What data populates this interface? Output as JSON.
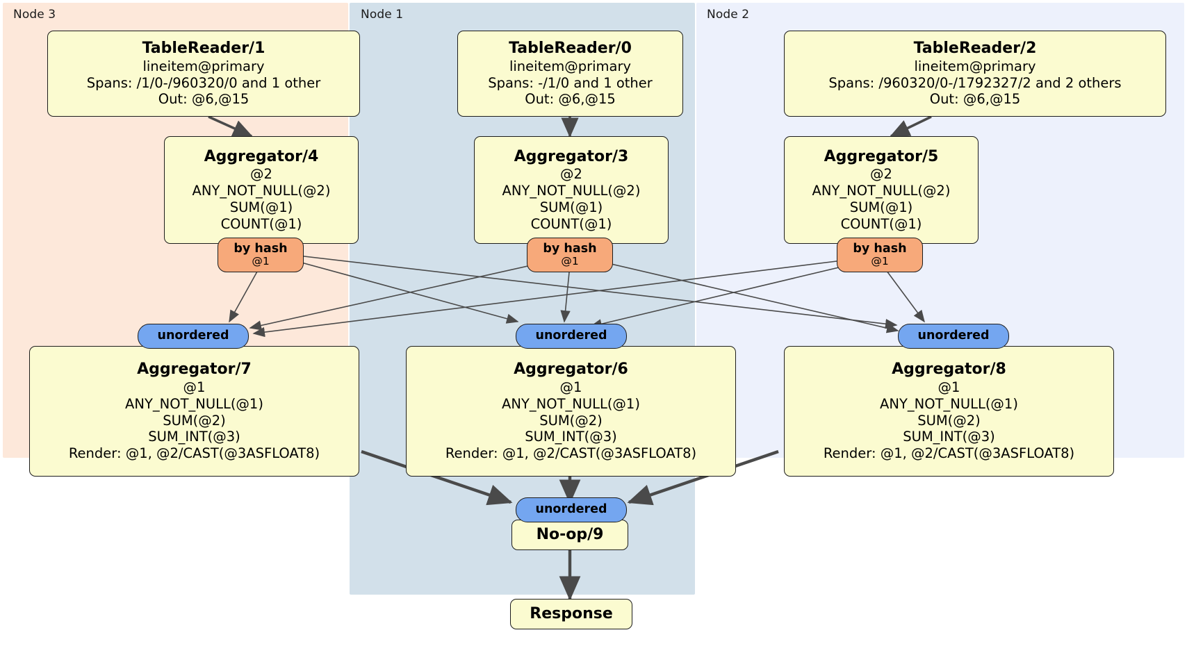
{
  "diagram": {
    "type": "distributed-query-plan",
    "colors": {
      "node3_bg": "#fde8da",
      "node1_bg": "#d2e0ea",
      "node2_bg": "#edf1fc",
      "box_fill": "#fbfbd0",
      "hash_badge": "#f7a97a",
      "unordered_badge": "#74a6f0",
      "stroke": "#1c1c1c"
    },
    "nodes": [
      {
        "label": "Node 3"
      },
      {
        "label": "Node 1"
      },
      {
        "label": "Node 2"
      }
    ],
    "processors": {
      "table_reader_1": {
        "title": "TableReader/1",
        "l1": "lineitem@primary",
        "l2": "Spans: /1/0-/960320/0 and 1 other",
        "l3": "Out: @6,@15"
      },
      "table_reader_0": {
        "title": "TableReader/0",
        "l1": "lineitem@primary",
        "l2": "Spans: -/1/0 and 1 other",
        "l3": "Out: @6,@15"
      },
      "table_reader_2": {
        "title": "TableReader/2",
        "l1": "lineitem@primary",
        "l2": "Spans: /960320/0-/1792327/2 and 2 others",
        "l3": "Out: @6,@15"
      },
      "aggregator_4": {
        "title": "Aggregator/4",
        "l1": "@2",
        "l2": "ANY_NOT_NULL(@2)",
        "l3": "SUM(@1)",
        "l4": "COUNT(@1)"
      },
      "aggregator_3": {
        "title": "Aggregator/3",
        "l1": "@2",
        "l2": "ANY_NOT_NULL(@2)",
        "l3": "SUM(@1)",
        "l4": "COUNT(@1)"
      },
      "aggregator_5": {
        "title": "Aggregator/5",
        "l1": "@2",
        "l2": "ANY_NOT_NULL(@2)",
        "l3": "SUM(@1)",
        "l4": "COUNT(@1)"
      },
      "aggregator_7": {
        "title": "Aggregator/7",
        "l1": "@1",
        "l2": "ANY_NOT_NULL(@1)",
        "l3": "SUM(@2)",
        "l4": "SUM_INT(@3)",
        "l5": "Render: @1, @2/CAST(@3ASFLOAT8)"
      },
      "aggregator_6": {
        "title": "Aggregator/6",
        "l1": "@1",
        "l2": "ANY_NOT_NULL(@1)",
        "l3": "SUM(@2)",
        "l4": "SUM_INT(@3)",
        "l5": "Render: @1, @2/CAST(@3ASFLOAT8)"
      },
      "aggregator_8": {
        "title": "Aggregator/8",
        "l1": "@1",
        "l2": "ANY_NOT_NULL(@1)",
        "l3": "SUM(@2)",
        "l4": "SUM_INT(@3)",
        "l5": "Render: @1, @2/CAST(@3ASFLOAT8)"
      },
      "noop_9": {
        "title": "No-op/9"
      },
      "response": {
        "title": "Response"
      }
    },
    "badges": {
      "hash_left": {
        "kind": "by hash",
        "column": "@1"
      },
      "hash_mid": {
        "kind": "by hash",
        "column": "@1"
      },
      "hash_right": {
        "kind": "by hash",
        "column": "@1"
      },
      "unordered_left": {
        "kind": "unordered"
      },
      "unordered_mid": {
        "kind": "unordered"
      },
      "unordered_right": {
        "kind": "unordered"
      },
      "unordered_final": {
        "kind": "unordered"
      }
    }
  }
}
